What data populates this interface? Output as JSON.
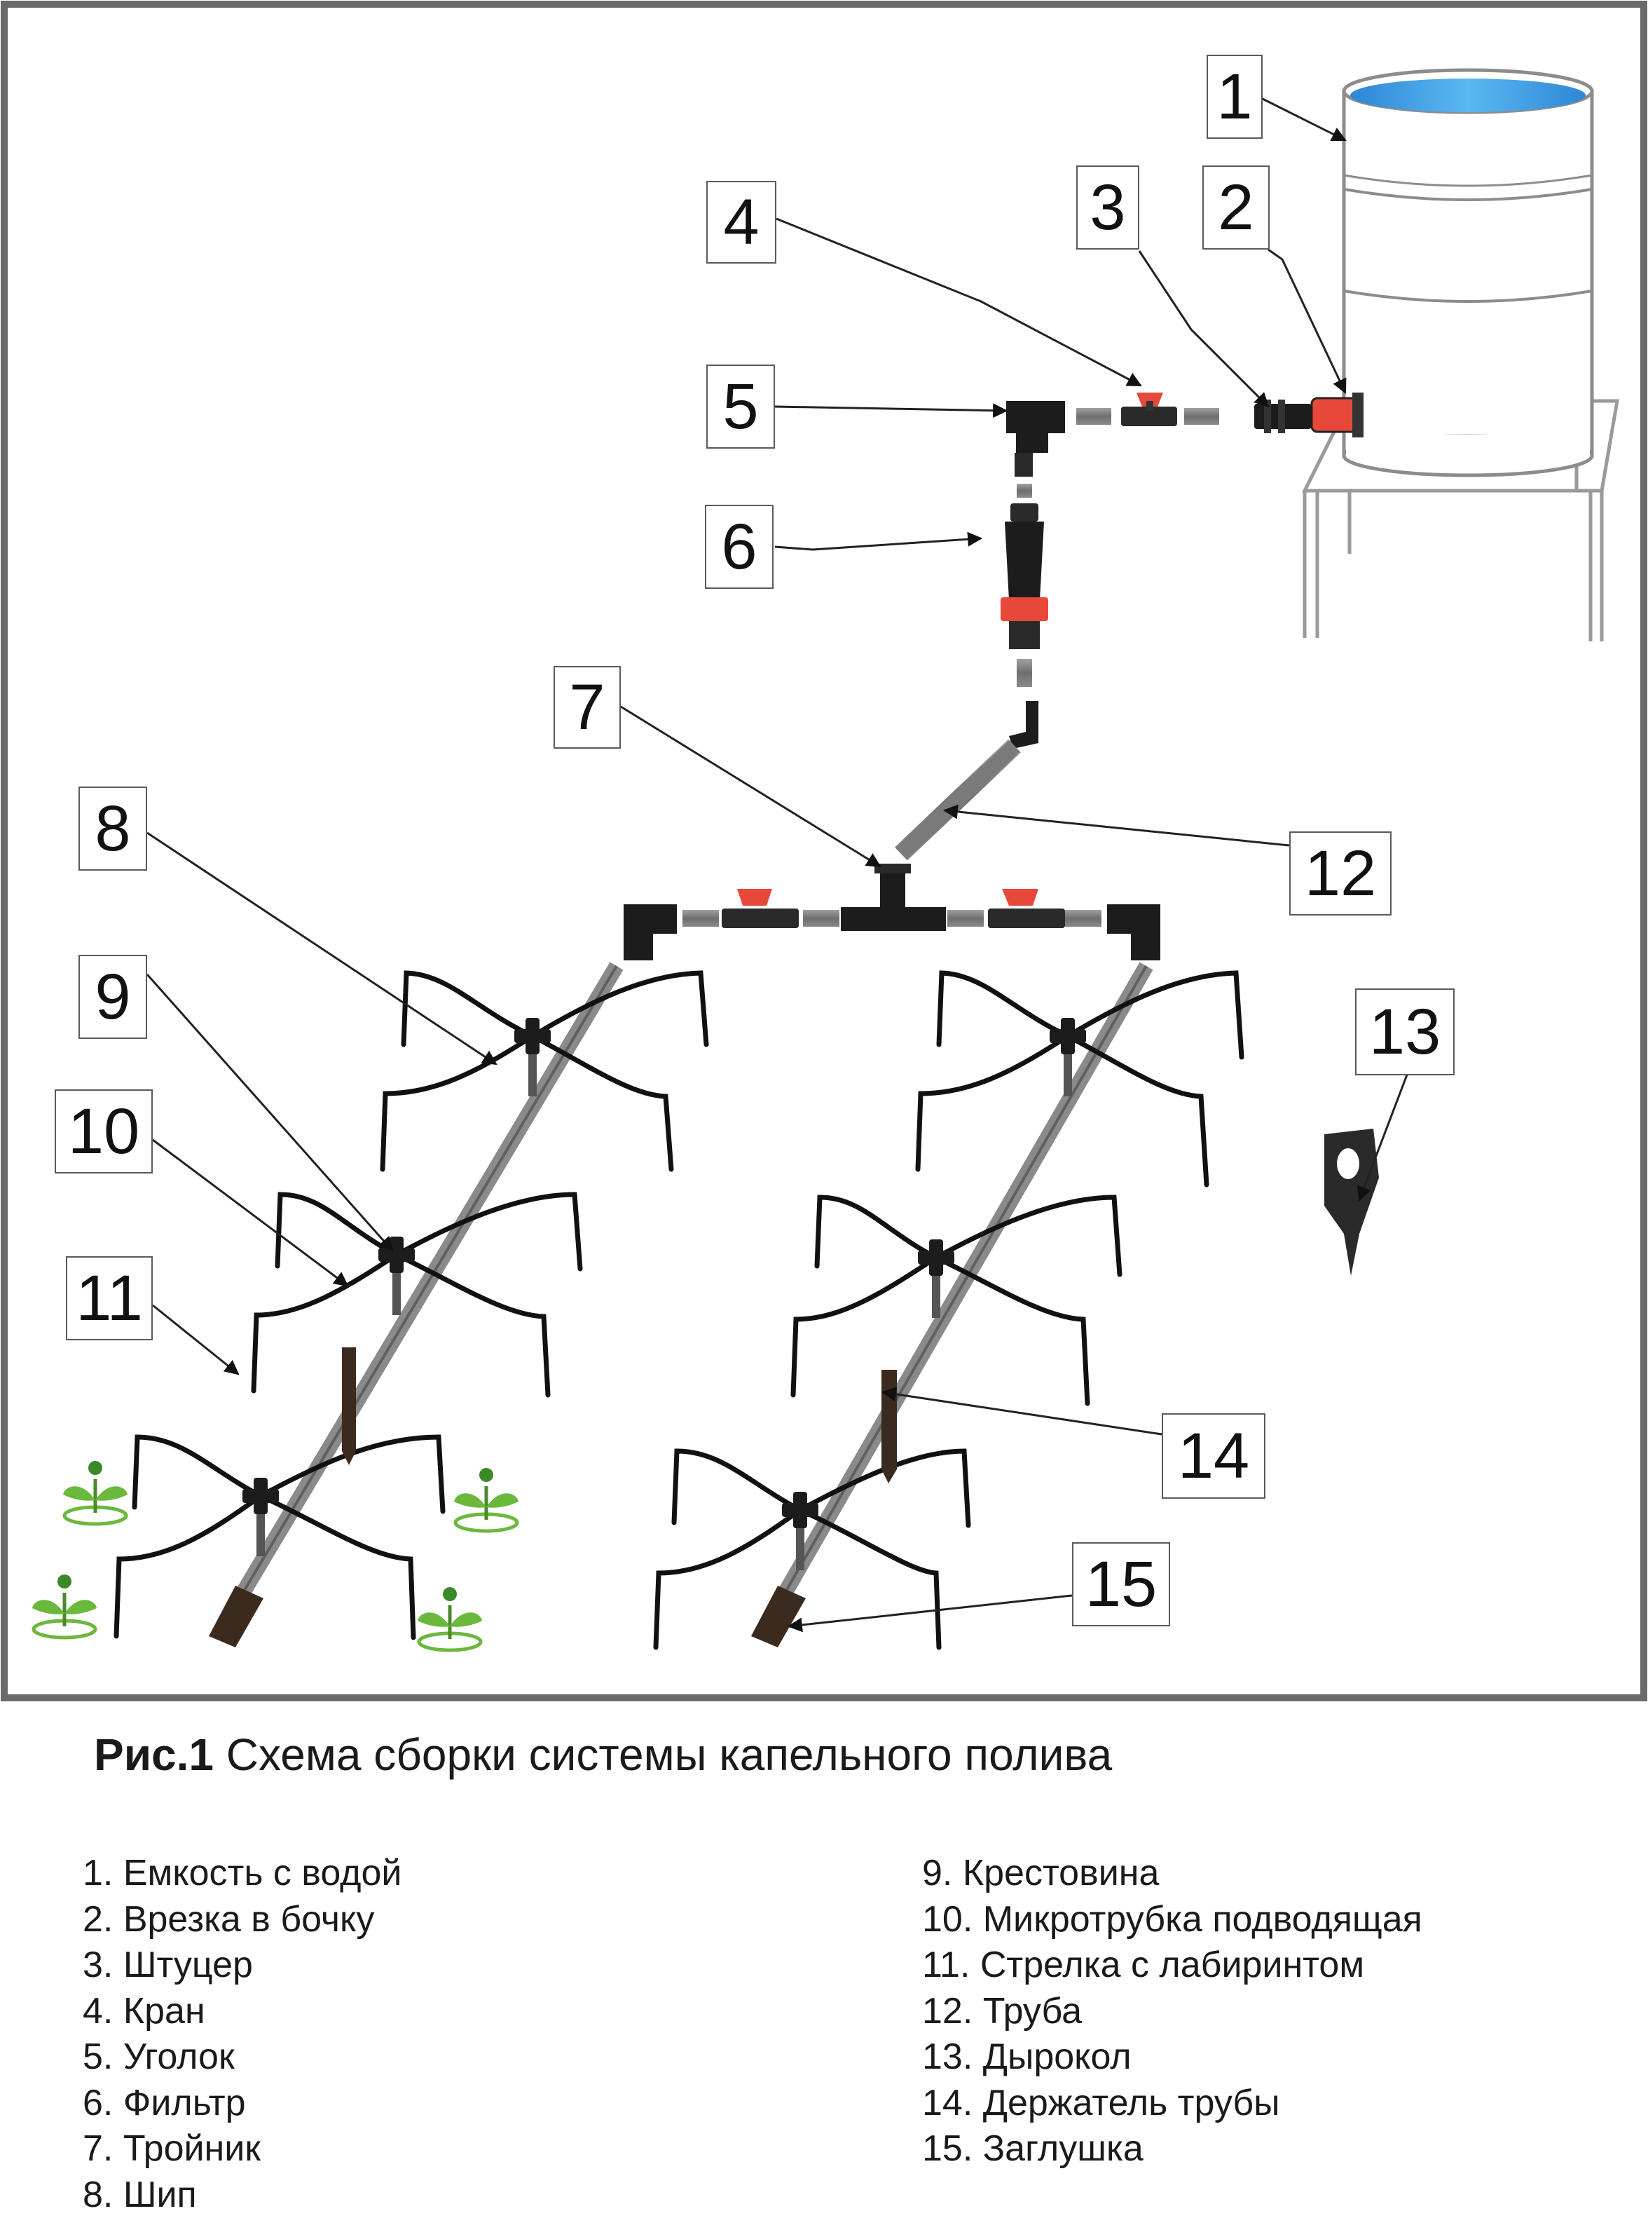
{
  "colors": {
    "frame": "#6b6b6b",
    "water": "#3aa0e8",
    "pipe": "#8a8a8a",
    "fitting": "#1c1c1c",
    "accent_red": "#e8483a",
    "plant_green": "#6ab83c"
  },
  "callouts": [
    {
      "id": "1",
      "label": "1"
    },
    {
      "id": "2",
      "label": "2"
    },
    {
      "id": "3",
      "label": "3"
    },
    {
      "id": "4",
      "label": "4"
    },
    {
      "id": "5",
      "label": "5"
    },
    {
      "id": "6",
      "label": "6"
    },
    {
      "id": "7",
      "label": "7"
    },
    {
      "id": "8",
      "label": "8"
    },
    {
      "id": "9",
      "label": "9"
    },
    {
      "id": "10",
      "label": "10"
    },
    {
      "id": "11",
      "label": "11"
    },
    {
      "id": "12",
      "label": "12"
    },
    {
      "id": "13",
      "label": "13"
    },
    {
      "id": "14",
      "label": "14"
    },
    {
      "id": "15",
      "label": "15"
    }
  ],
  "caption": {
    "prefix": "Рис.1",
    "text": " Схема сборки системы капельного полива"
  },
  "legend": {
    "left": [
      "1. Емкость с водой",
      "2. Врезка в бочку",
      "3. Штуцер",
      "4. Кран",
      "5. Уголок",
      "6. Фильтр",
      "7. Тройник",
      "8. Шип"
    ],
    "right": [
      "9. Крестовина",
      "10. Микротрубка подводящая",
      "11. Стрелка с лабиринтом",
      "12. Труба",
      "13. Дырокол",
      "14. Держатель трубы",
      "15. Заглушка"
    ]
  }
}
